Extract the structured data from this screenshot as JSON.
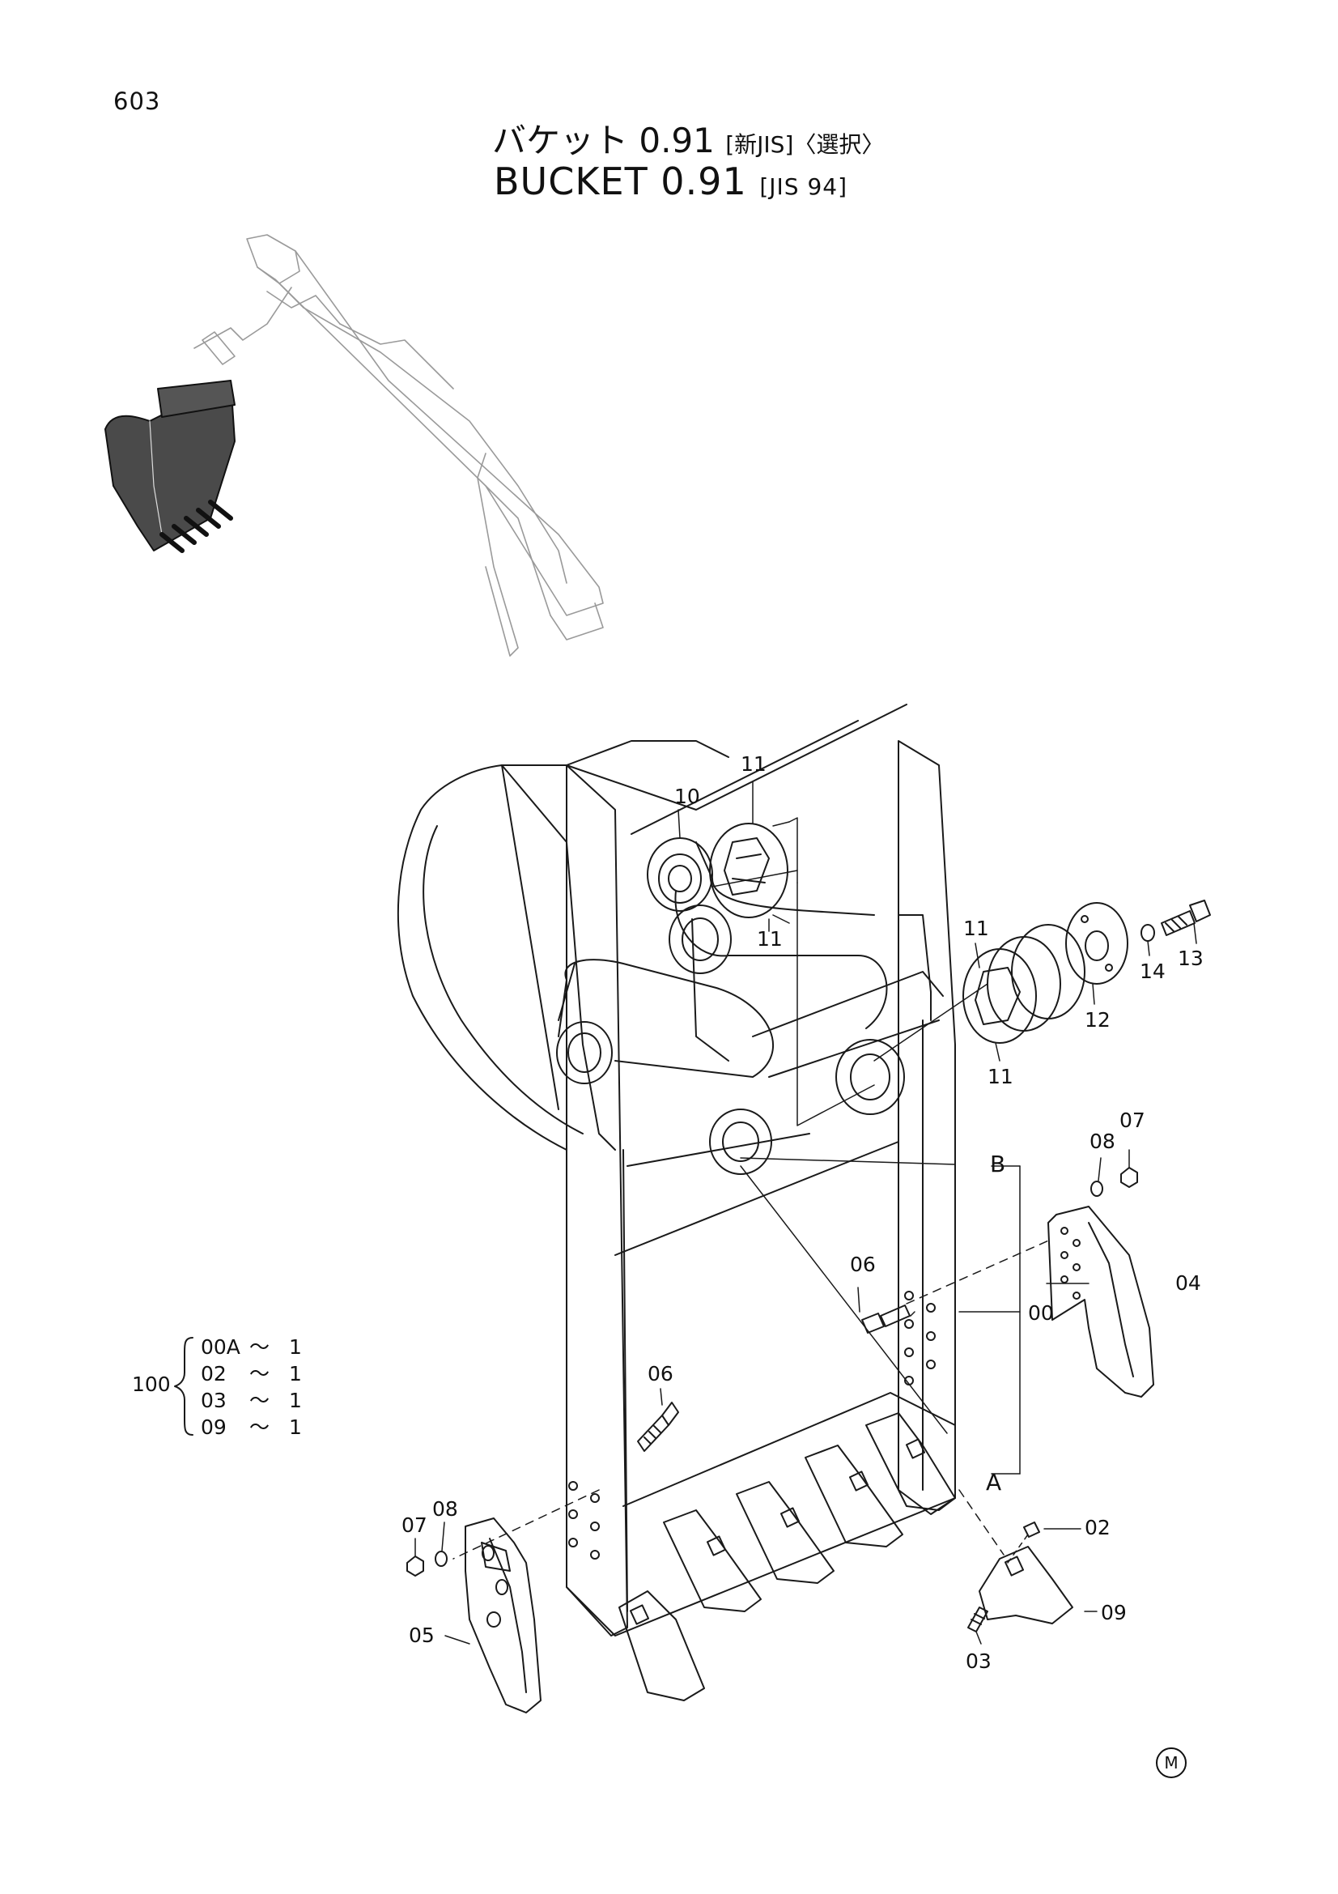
{
  "page_number": "603",
  "title": {
    "jp_main": "バケット 0.91",
    "jp_spec": "[新JIS]〈選択〉",
    "en_main": "BUCKET 0.91",
    "en_spec": "[JIS 94]"
  },
  "callouts": {
    "c00": "00",
    "c02": "02",
    "c03": "03",
    "c04": "04",
    "c05": "05",
    "c06a": "06",
    "c06b": "06",
    "c07a": "07",
    "c07b": "07",
    "c08a": "08",
    "c08b": "08",
    "c09": "09",
    "c10": "10",
    "c11a": "11",
    "c11b": "11",
    "c11c": "11",
    "c11d": "11",
    "c12": "12",
    "c13": "13",
    "c14": "14",
    "cA": "A",
    "cB": "B"
  },
  "kit": {
    "number": "100",
    "items": [
      {
        "part": "00A",
        "tilde": "～",
        "qty": "1"
      },
      {
        "part": "02",
        "tilde": "～",
        "qty": "1"
      },
      {
        "part": "03",
        "tilde": "～",
        "qty": "1"
      },
      {
        "part": "09",
        "tilde": "～",
        "qty": "1"
      }
    ]
  },
  "corner_mark": "M"
}
